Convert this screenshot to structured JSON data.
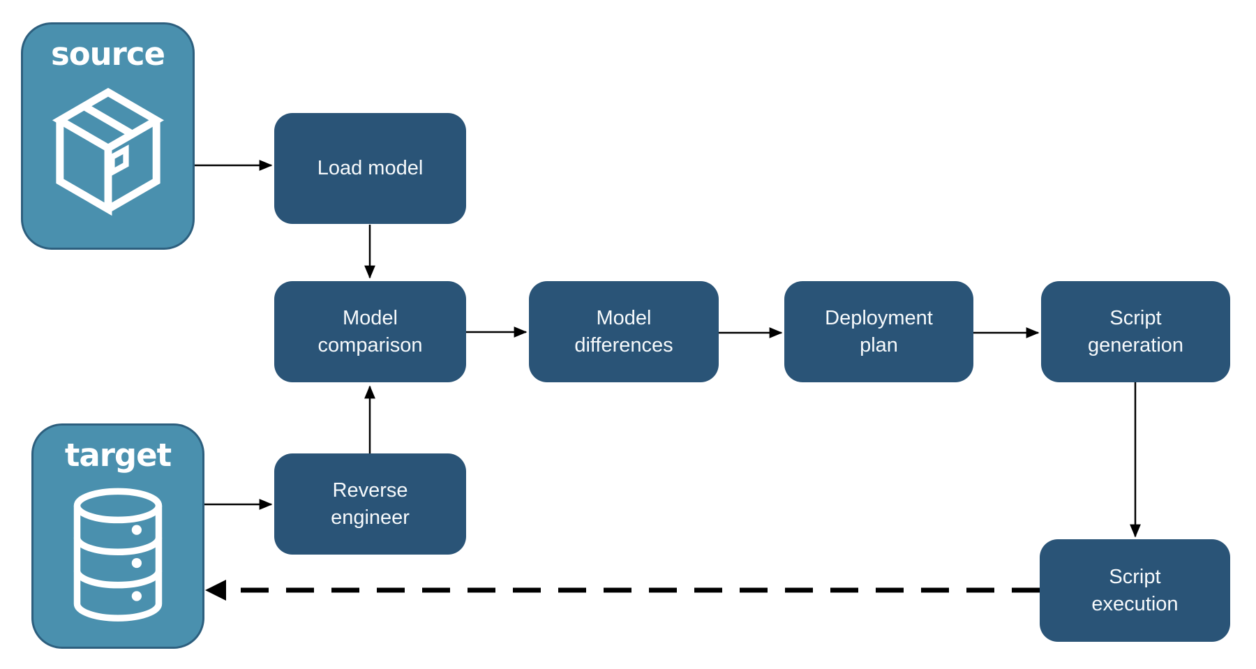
{
  "containers": {
    "source": {
      "label": "source",
      "icon": "package-icon"
    },
    "target": {
      "label": "target",
      "icon": "database-icon"
    }
  },
  "nodes": {
    "load_model": {
      "label": "Load model"
    },
    "model_comparison": {
      "label": "Model comparison"
    },
    "model_differences": {
      "label": "Model differences"
    },
    "deployment_plan": {
      "label": "Deployment plan"
    },
    "script_generation": {
      "label": "Script generation"
    },
    "reverse_engineer": {
      "label": "Reverse engineer"
    },
    "script_execution": {
      "label": "Script execution"
    }
  },
  "edges": [
    {
      "from": "source",
      "to": "load_model",
      "style": "solid"
    },
    {
      "from": "load_model",
      "to": "model_comparison",
      "style": "solid"
    },
    {
      "from": "target",
      "to": "reverse_engineer",
      "style": "solid"
    },
    {
      "from": "reverse_engineer",
      "to": "model_comparison",
      "style": "solid"
    },
    {
      "from": "model_comparison",
      "to": "model_differences",
      "style": "solid"
    },
    {
      "from": "model_differences",
      "to": "deployment_plan",
      "style": "solid"
    },
    {
      "from": "deployment_plan",
      "to": "script_generation",
      "style": "solid"
    },
    {
      "from": "script_generation",
      "to": "script_execution",
      "style": "solid"
    },
    {
      "from": "script_execution",
      "to": "target",
      "style": "dashed"
    }
  ],
  "colors": {
    "node_fill": "#2a5477",
    "container_fill": "#4a90ae",
    "container_border": "#2d5f7e",
    "label_text": "#ffffff",
    "arrow": "#000000",
    "background": "#ffffff"
  }
}
